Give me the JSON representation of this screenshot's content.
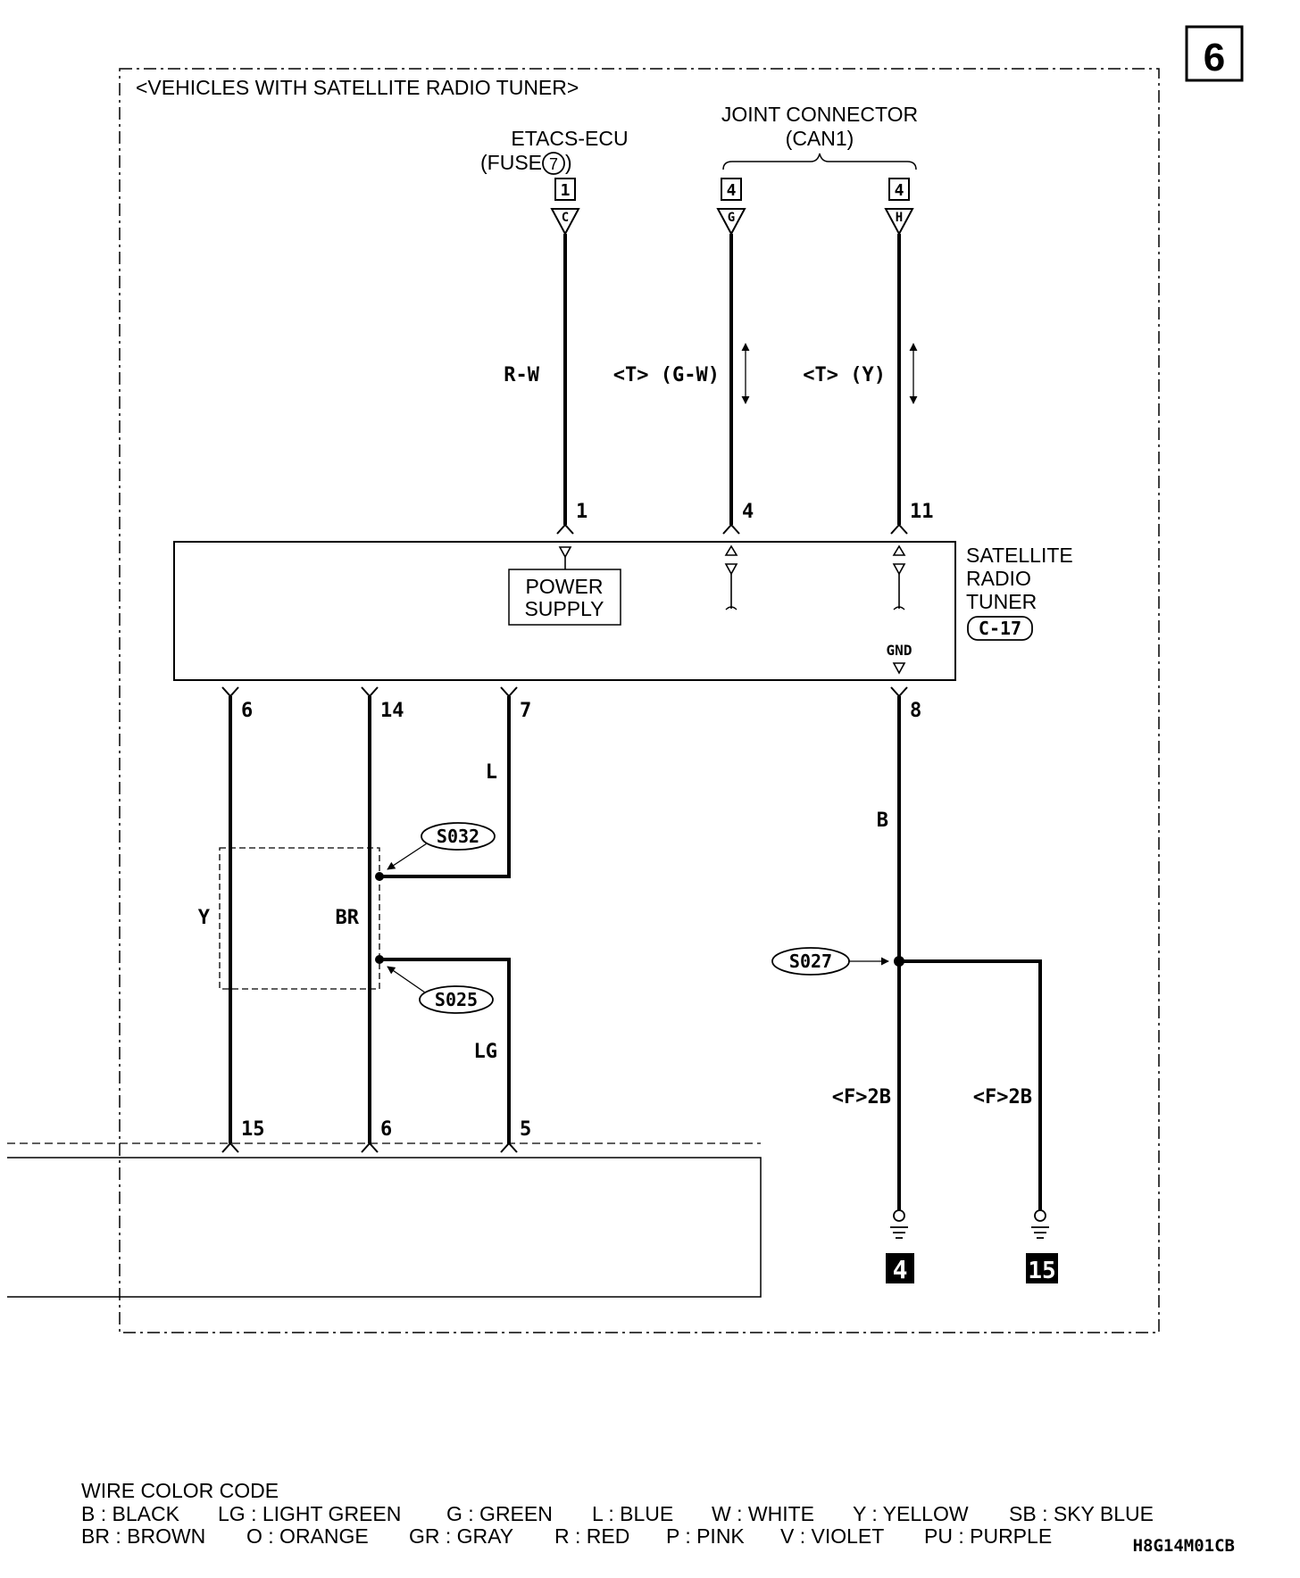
{
  "page_number": "6",
  "diagram_code": "H8G14M01CB",
  "section_title": "<VEHICLES WITH SATELLITE RADIO TUNER>",
  "colors": {
    "wire": "#000000",
    "background": "#ffffff"
  },
  "etacs": {
    "line1": "ETACS-ECU",
    "line2_prefix": "(FUSE",
    "fuse_number": "7",
    "line2_suffix": ")",
    "connector_box": "1",
    "terminal_letter": "C"
  },
  "joint_connector": {
    "line1": "JOINT CONNECTOR",
    "line2": "(CAN1)",
    "box_g": "4",
    "letter_g": "G",
    "box_h": "4",
    "letter_h": "H"
  },
  "wires_top": {
    "etacs_wire": "R-W",
    "can_g_wire": "<T> (G-W)",
    "can_h_wire": "<T> (Y)"
  },
  "tuner": {
    "name_line1": "SATELLITE",
    "name_line2": "RADIO",
    "name_line3": "TUNER",
    "connector_id": "C-17",
    "power_line1": "POWER",
    "power_line2": "SUPPLY",
    "gnd_label": "GND",
    "pin_power": "1",
    "pin_can_g": "4",
    "pin_can_h": "11",
    "pin_bottom_1": "6",
    "pin_bottom_2": "14",
    "pin_bottom_3": "7",
    "pin_gnd": "8"
  },
  "lower_wires": {
    "wire_y": "Y",
    "wire_br": "BR",
    "wire_l": "L",
    "wire_lg": "LG",
    "wire_b": "B",
    "splice_top": "S032",
    "splice_bottom": "S025",
    "splice_ground": "S027",
    "pin_left": "15",
    "pin_mid": "6",
    "pin_right": "5",
    "ground_wire_1": "<F>2B",
    "ground_wire_2": "<F>2B",
    "ground_point_1": "4",
    "ground_point_2": "15"
  },
  "legend": {
    "title": "WIRE COLOR CODE",
    "row1": [
      "B : BLACK",
      "LG : LIGHT GREEN",
      "G : GREEN",
      "L : BLUE",
      "W : WHITE",
      "Y : YELLOW",
      "SB : SKY BLUE"
    ],
    "row2": [
      "BR : BROWN",
      "O : ORANGE",
      "GR : GRAY",
      "R : RED",
      "P : PINK",
      "V : VIOLET",
      "PU : PURPLE"
    ]
  }
}
